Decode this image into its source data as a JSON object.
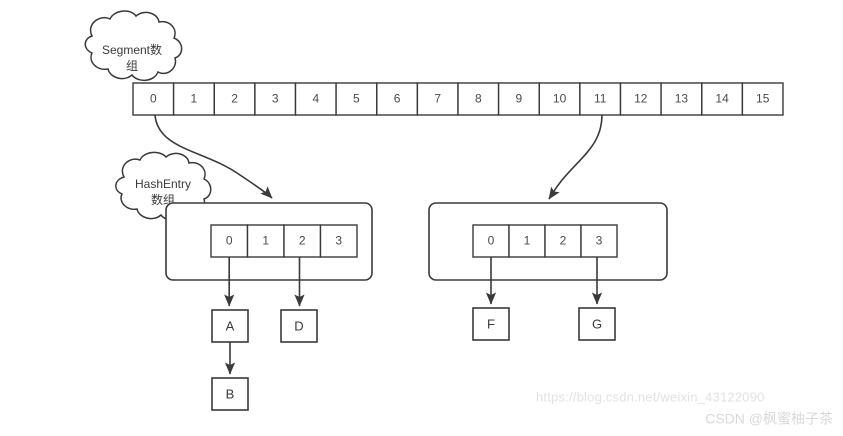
{
  "diagram": {
    "title": "ConcurrentHashMap Segment / HashEntry structure",
    "colors": {
      "background": "#ffffff",
      "stroke": "#3a3a3a",
      "text": "#4a4a4a",
      "watermark": "#e2e2e2"
    },
    "clouds": [
      {
        "id": "segment-cloud",
        "line1": "Segment数",
        "line2": "组"
      },
      {
        "id": "hashentry-cloud",
        "line1": "HashEntry",
        "line2": "数组"
      }
    ],
    "segment_array": {
      "name": "Segment数组",
      "cells": [
        "0",
        "1",
        "2",
        "3",
        "4",
        "5",
        "6",
        "7",
        "8",
        "9",
        "10",
        "11",
        "12",
        "13",
        "14",
        "15"
      ]
    },
    "segments": [
      {
        "id": "segment-0",
        "source_cell": "0",
        "hashentry_cells": [
          "0",
          "1",
          "2",
          "3"
        ],
        "links": [
          {
            "from_cell": "0",
            "nodes": [
              "A",
              "B"
            ]
          },
          {
            "from_cell": "2",
            "nodes": [
              "D"
            ]
          }
        ]
      },
      {
        "id": "segment-11",
        "source_cell": "11",
        "hashentry_cells": [
          "0",
          "1",
          "2",
          "3"
        ],
        "links": [
          {
            "from_cell": "0",
            "nodes": [
              "F"
            ]
          },
          {
            "from_cell": "3",
            "nodes": [
              "G"
            ]
          }
        ]
      }
    ],
    "nodes": {
      "a": "A",
      "b": "B",
      "d": "D",
      "f": "F",
      "g": "G"
    },
    "watermark": {
      "url": "https://blog.csdn.net/weixin_43122090",
      "signature": "CSDN @枫蜜柚子茶"
    }
  }
}
